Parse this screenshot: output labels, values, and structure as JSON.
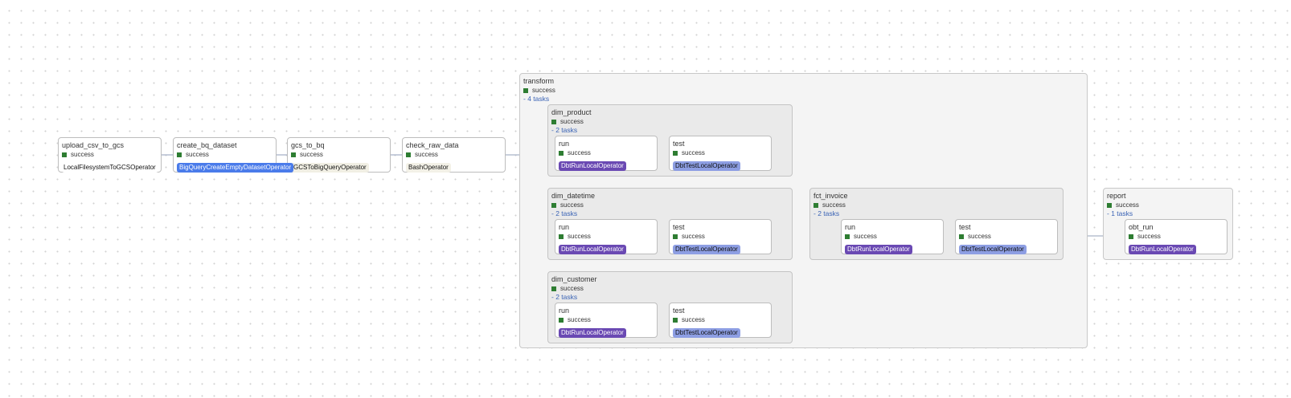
{
  "colors": {
    "success": "#2e7d32",
    "dbt_run": "#6a49b3",
    "dbt_test": "#8d9ee3",
    "bigquery": "#4a7bea",
    "gcs_to_bq": "#f1efe4",
    "bash": "#f3f1e7",
    "localfs": "#ffffff",
    "edge": "#a9b4c8",
    "tasks_link": "#3a63b5"
  },
  "nodes": {
    "upload": {
      "title": "upload_csv_to_gcs",
      "status": "success",
      "operator": "LocalFilesystemToGCSOperator"
    },
    "create": {
      "title": "create_bq_dataset",
      "status": "success",
      "operator": "BigQueryCreateEmptyDatasetOperator"
    },
    "gcs": {
      "title": "gcs_to_bq",
      "status": "success",
      "operator": "GCSToBigQueryOperator"
    },
    "check": {
      "title": "check_raw_data",
      "status": "success",
      "operator": "BashOperator"
    }
  },
  "transform": {
    "title": "transform",
    "status": "success",
    "tasks": "- 4 tasks",
    "dim_product": {
      "title": "dim_product",
      "status": "success",
      "tasks": "- 2 tasks",
      "run": {
        "title": "run",
        "status": "success",
        "operator": "DbtRunLocalOperator"
      },
      "test": {
        "title": "test",
        "status": "success",
        "operator": "DbtTestLocalOperator"
      }
    },
    "dim_datetime": {
      "title": "dim_datetime",
      "status": "success",
      "tasks": "- 2 tasks",
      "run": {
        "title": "run",
        "status": "success",
        "operator": "DbtRunLocalOperator"
      },
      "test": {
        "title": "test",
        "status": "success",
        "operator": "DbtTestLocalOperator"
      }
    },
    "dim_customer": {
      "title": "dim_customer",
      "status": "success",
      "tasks": "- 2 tasks",
      "run": {
        "title": "run",
        "status": "success",
        "operator": "DbtRunLocalOperator"
      },
      "test": {
        "title": "test",
        "status": "success",
        "operator": "DbtTestLocalOperator"
      }
    },
    "fct_invoice": {
      "title": "fct_invoice",
      "status": "success",
      "tasks": "- 2 tasks",
      "run": {
        "title": "run",
        "status": "success",
        "operator": "DbtRunLocalOperator"
      },
      "test": {
        "title": "test",
        "status": "success",
        "operator": "DbtTestLocalOperator"
      }
    }
  },
  "report": {
    "title": "report",
    "status": "success",
    "tasks": "- 1 tasks",
    "obt_run": {
      "title": "obt_run",
      "status": "success",
      "operator": "DbtRunLocalOperator"
    }
  }
}
